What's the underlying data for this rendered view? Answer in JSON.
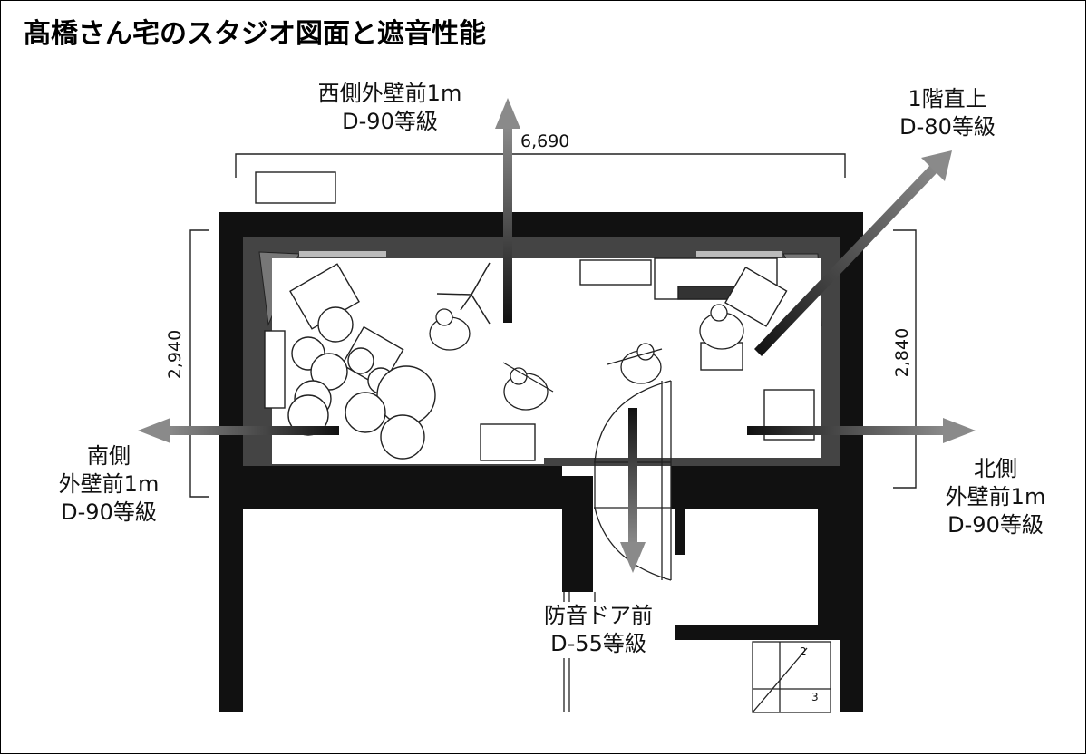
{
  "title": "髙橋さん宅のスタジオ図面と遮音性能",
  "dimensions": {
    "width": "6,690",
    "left_height": "2,940",
    "right_height": "2,840"
  },
  "labels": {
    "west": {
      "line1": "西側外壁前1m",
      "line2": "D-90等級"
    },
    "upstairs": {
      "line1": "1階直上",
      "line2": "D-80等級"
    },
    "south": {
      "line1": "南側",
      "line2": "外壁前1m",
      "line3": "D-90等級"
    },
    "north": {
      "line1": "北側",
      "line2": "外壁前1m",
      "line3": "D-90等級"
    },
    "door": {
      "line1": "防音ドア前",
      "line2": "D-55等級"
    }
  },
  "stair_numbers": [
    "2",
    "3"
  ],
  "colors": {
    "wall": "#111111",
    "inner_lining": "#444444",
    "arrow_head": "#8a8a8a",
    "floor": "#ffffff"
  }
}
